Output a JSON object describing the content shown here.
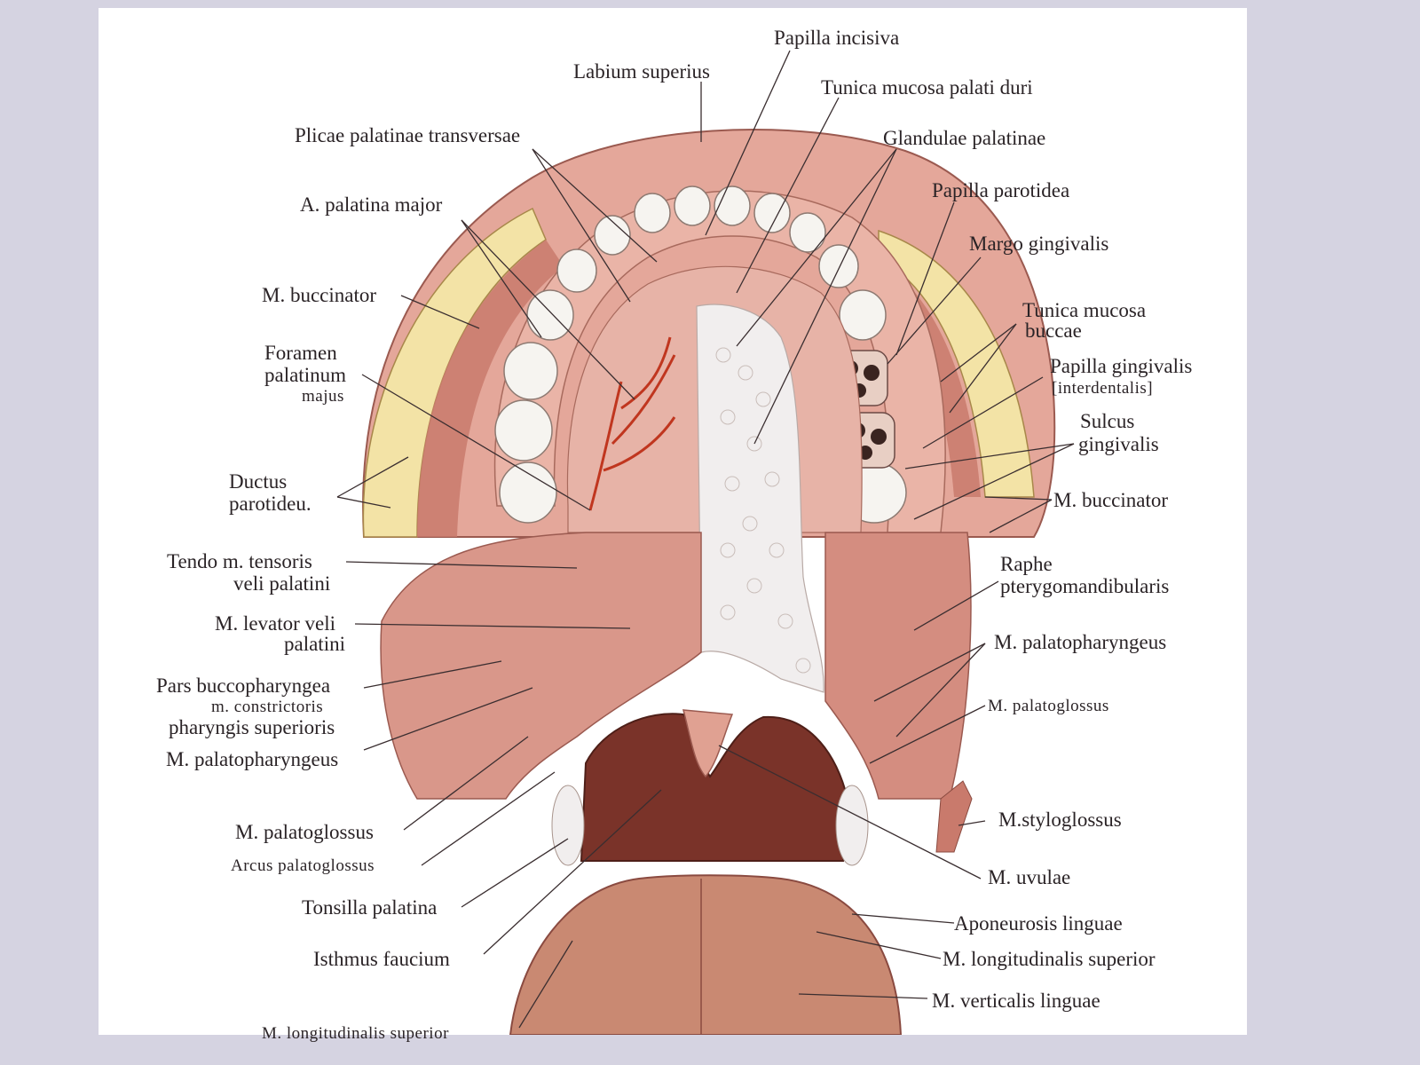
{
  "colors": {
    "background": "#d5d3e1",
    "panel": "#ffffff",
    "mucosa": "#e4a79a",
    "muscle": "#c97a6c",
    "fat": "#f3e3a6",
    "tooth": "#f6f4f0",
    "gland": "#f1eeee",
    "artery": "#c0361f",
    "pharynx": "#7a3329",
    "tongue": "#c98972"
  },
  "labels": {
    "papilla_incisiva": "Papilla incisiva",
    "labium_superius": "Labium superius",
    "tunica_mucosa_palati_duri": "Tunica mucosa palati duri",
    "plicae_palatinae_transversae": "Plicae palatinae transversae",
    "glandulae_palatinae": "Glandulae palatinae",
    "papilla_parotidea": "Papilla parotidea",
    "a_palatina_major": "A. palatina major",
    "margo_gingivalis": "Margo gingivalis",
    "m_buccinator_left": "M. buccinator",
    "tunica_mucosa_buccae_1": "Tunica mucosa",
    "tunica_mucosa_buccae_2": "buccae",
    "foramen_palatinum_1": "Foramen",
    "foramen_palatinum_2": "palatinum",
    "foramen_palatinum_3": "majus",
    "papilla_gingivalis_1": "Papilla gingivalis",
    "papilla_gingivalis_2": "[interdentalis]",
    "sulcus_gingivalis_1": "Sulcus",
    "sulcus_gingivalis_2": "gingivalis",
    "ductus_parotideus_1": "Ductus",
    "ductus_parotideus_2": "parotideu.",
    "m_buccinator_right": "M. buccinator",
    "tendo_tensoris_1": "Tendo m. tensoris",
    "tendo_tensoris_2": "veli palatini",
    "raphe_1": "Raphe",
    "raphe_2": "pterygomandibularis",
    "levator_1": "M. levator veli",
    "levator_2": "palatini",
    "m_palatopharyngeus_right": "M. palatopharyngeus",
    "pars_bucco_1": "Pars buccopharyngea",
    "pars_bucco_2": "m. constrictoris",
    "pars_bucco_3": "pharyngis superioris",
    "m_palatoglossus_right": "M. palatoglossus",
    "m_palatopharyngeus_left": "M. palatopharyngeus",
    "m_palatoglossus_left": "M. palatoglossus",
    "m_styloglossus": "M.styloglossus",
    "arcus_palatoglossus": "Arcus palatoglossus",
    "m_uvulae": "M. uvulae",
    "tonsilla_palatina": "Tonsilla palatina",
    "aponeurosis_linguae": "Aponeurosis linguae",
    "isthmus_faucium": "Isthmus faucium",
    "m_longitudinalis_superior_right": "M. longitudinalis superior",
    "m_verticalis_linguae": "M. verticalis linguae",
    "m_longitudinalis_superior_bottom": "M. longitudinalis superior"
  }
}
